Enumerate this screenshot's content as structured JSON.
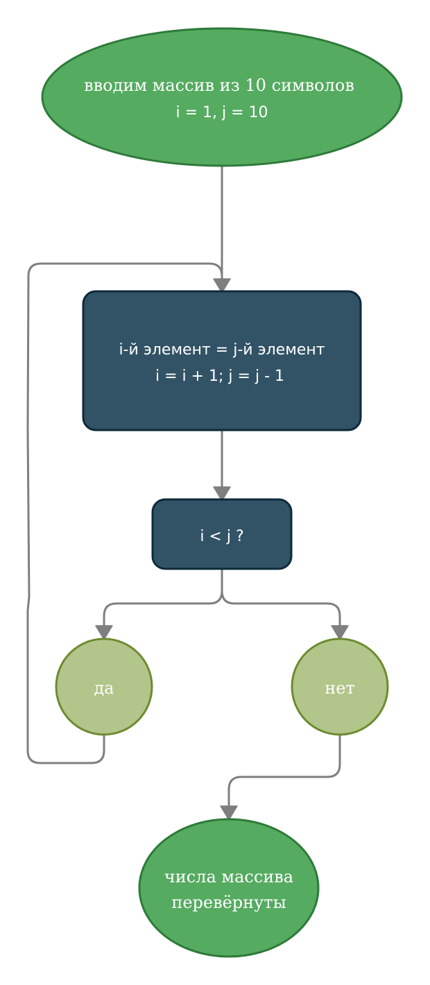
{
  "colors": {
    "ellipse_fill": "#55ab60",
    "ellipse_stroke": "#2e7a3a",
    "rect_fill": "#325365",
    "rect_stroke": "#0e2a3b",
    "circle_fill": "#b2c58a",
    "circle_stroke": "#6d8b30",
    "edge": "#7f7f7f",
    "text": "#ffffff"
  },
  "nodes": {
    "start": {
      "line1": "вводим массив из 10 символов",
      "line2": "i = 1,  j = 10"
    },
    "process": {
      "line1": "i-й элемент  = j-й элемент",
      "line2": "i = i + 1; j = j - 1"
    },
    "condition": {
      "label": "i < j ?"
    },
    "yes": {
      "label": "да"
    },
    "no": {
      "label": "нет"
    },
    "end": {
      "line1": "числа массива",
      "line2": "перевёрнуты"
    }
  }
}
